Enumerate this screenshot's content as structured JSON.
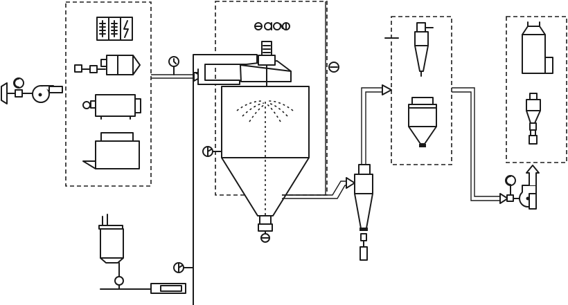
{
  "diagram": {
    "kind": "spray drying process flow schematic",
    "dashed_groups": [
      {
        "id": "heater-options",
        "members": [
          "steam-heater",
          "oil-burner-heater",
          "electric-heater",
          "coal-furnace-heater"
        ]
      },
      {
        "id": "atomizer-options",
        "members": [
          "atomizer-drive-icons"
        ]
      },
      {
        "id": "secondary-separator-options",
        "members": [
          "secondary-cyclone",
          "bag-filter"
        ]
      },
      {
        "id": "exhaust-treatment-options",
        "members": [
          "wet-scrubber",
          "exhaust-stack-cyclone"
        ]
      }
    ],
    "equipment": [
      "air-filter",
      "supply-fan",
      "steam-heater",
      "oil-burner-heater",
      "electric-heater",
      "coal-furnace-heater",
      "hot-air-distributor",
      "rotary-atomizer",
      "drying-chamber",
      "primary-cyclone",
      "secondary-cyclone",
      "bag-filter",
      "exhaust-fan",
      "feed-tank",
      "feed-pump",
      "wet-scrubber"
    ],
    "instruments": [
      "inlet-temperature-gauge",
      "chamber-pressure-gauge",
      "atomizer-gauge",
      "feed-line-gauge",
      "exhaust-temperature-gauge"
    ],
    "flows": [
      {
        "from": "supply-fan",
        "to": "heater-options"
      },
      {
        "from": "heater-options",
        "to": "hot-air-distributor"
      },
      {
        "from": "feed-tank",
        "to": "feed-pump"
      },
      {
        "from": "feed-pump",
        "to": "rotary-atomizer"
      },
      {
        "from": "drying-chamber",
        "to": "primary-cyclone"
      },
      {
        "from": "primary-cyclone",
        "to": "secondary-separator-options"
      },
      {
        "from": "secondary-separator-options",
        "to": "exhaust-fan"
      },
      {
        "from": "exhaust-fan",
        "to": "exhaust-treatment-options"
      }
    ],
    "stroke_color": "#1a1a1a",
    "background_color": "#ffffff"
  }
}
